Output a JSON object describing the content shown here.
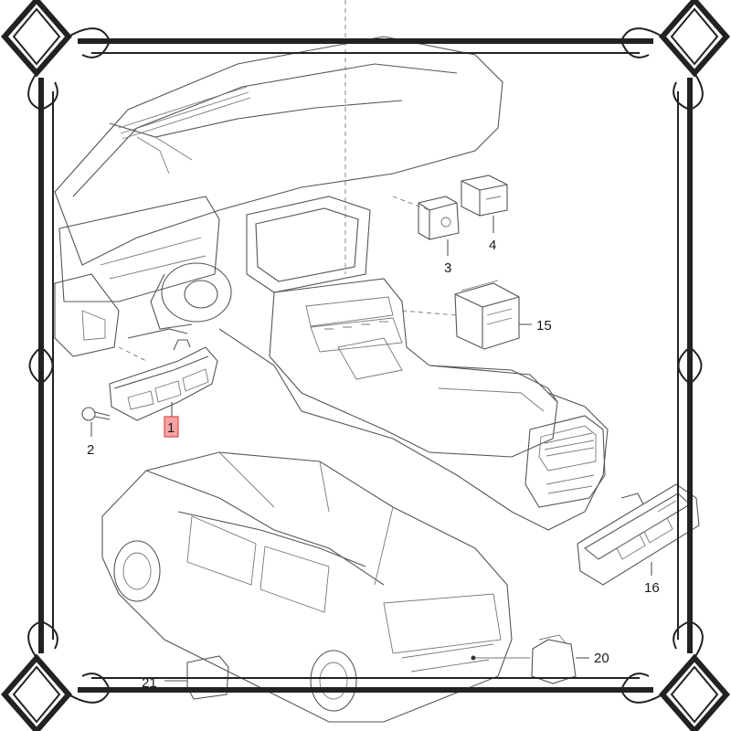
{
  "callouts": [
    {
      "id": "1",
      "label": "1",
      "highlighted": true
    },
    {
      "id": "2",
      "label": "2",
      "highlighted": false
    },
    {
      "id": "3",
      "label": "3",
      "highlighted": false
    },
    {
      "id": "4",
      "label": "4",
      "highlighted": false
    },
    {
      "id": "15",
      "label": "15",
      "highlighted": false
    },
    {
      "id": "16",
      "label": "16",
      "highlighted": false
    },
    {
      "id": "20",
      "label": "20",
      "highlighted": false
    },
    {
      "id": "21",
      "label": "21",
      "highlighted": false
    }
  ],
  "colors": {
    "line": "#555555",
    "frame": "#222222",
    "highlight_fill": "#f3a3a3",
    "highlight_stroke": "#d94a4a",
    "background": "#ffffff"
  }
}
